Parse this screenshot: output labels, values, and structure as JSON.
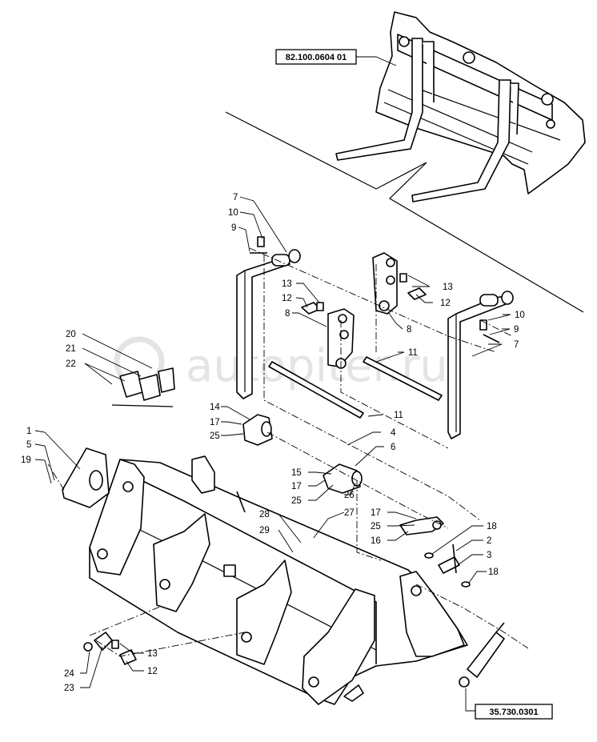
{
  "diagram": {
    "reference_labels": {
      "fork_assembly": "82.100.0604 01",
      "hydraulic_cylinder": "35.730.0301"
    },
    "watermark": "autopiter.ru",
    "callouts": {
      "n1": "1",
      "n2": "2",
      "n3": "3",
      "n4": "4",
      "n5": "5",
      "n6": "6",
      "n7a": "7",
      "n7b": "7",
      "n8a": "8",
      "n8b": "8",
      "n9a": "9",
      "n9b": "9",
      "n10a": "10",
      "n10b": "10",
      "n11a": "11",
      "n11b": "11",
      "n12a": "12",
      "n12b": "12",
      "n12c": "12",
      "n13a": "13",
      "n13b": "13",
      "n13c": "13",
      "n14": "14",
      "n15": "15",
      "n16": "16",
      "n17a": "17",
      "n17b": "17",
      "n17c": "17",
      "n18a": "18",
      "n18b": "18",
      "n19": "19",
      "n20": "20",
      "n21": "21",
      "n22": "22",
      "n23": "23",
      "n24": "24",
      "n25a": "25",
      "n25b": "25",
      "n25c": "25",
      "n26": "26",
      "n27": "27",
      "n28": "28",
      "n29": "29"
    }
  }
}
